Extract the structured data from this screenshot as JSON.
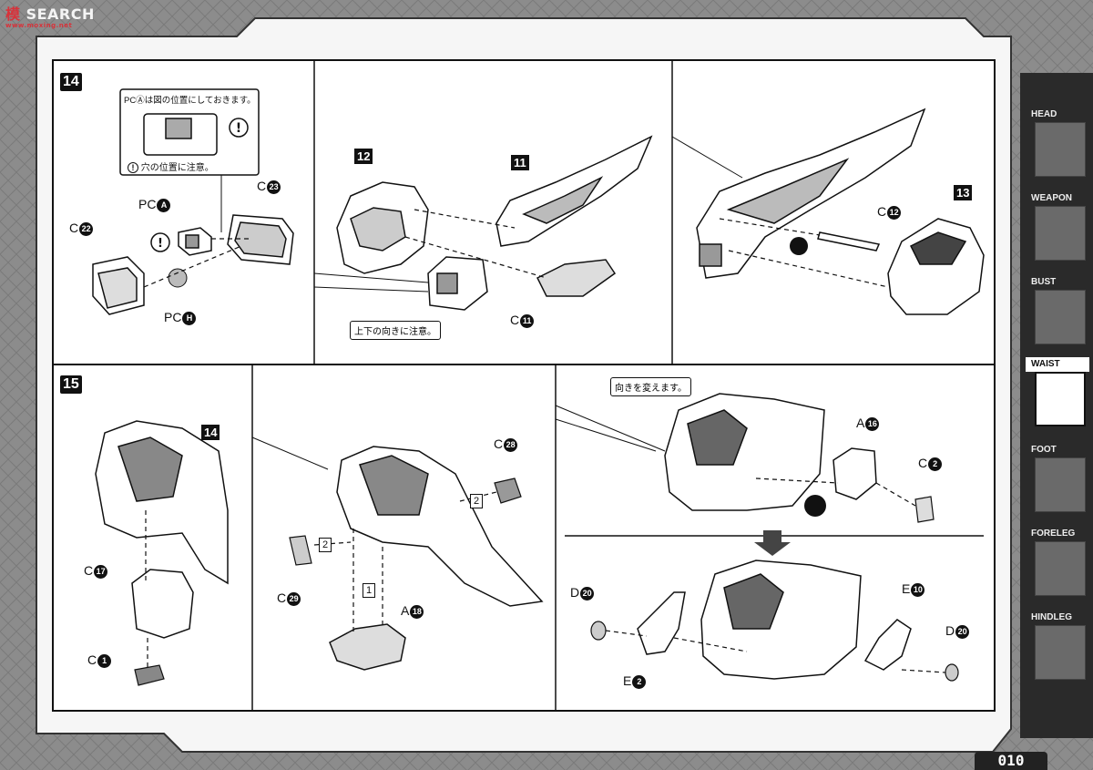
{
  "watermark": {
    "prefix": "模",
    "main": "SEARCH",
    "sub": "www.moxing.net"
  },
  "steps": {
    "s14": "14",
    "s15": "15"
  },
  "notes": {
    "pc_position": "PCⒶは図の位置にしておきます。",
    "hole_note": "穴の位置に注意。",
    "updown": "上下の向きに注意。",
    "turn": "向きを変えます。"
  },
  "parts": {
    "c22": "22",
    "pca": "A",
    "c23": "23",
    "pch": "H",
    "p12": "12",
    "p11": "11",
    "c11": "11",
    "c12": "12",
    "p13": "13",
    "p14": "14",
    "c17": "17",
    "c1": "1",
    "c28": "28",
    "c29": "29",
    "a18": "18",
    "a16": "16",
    "c2": "2",
    "d20a": "20",
    "e2": "2",
    "e10": "10",
    "d20b": "20"
  },
  "prefix": {
    "c": "C",
    "pc": "PC",
    "a": "A",
    "d": "D",
    "e": "E"
  },
  "seq": {
    "one": "1",
    "two": "2"
  },
  "nav": [
    {
      "label": "HEAD"
    },
    {
      "label": "WEAPON"
    },
    {
      "label": "BUST"
    },
    {
      "label": "WAIST",
      "active": true
    },
    {
      "label": "FOOT"
    },
    {
      "label": "FORELEG"
    },
    {
      "label": "HINDLEG"
    }
  ],
  "page_number": "010",
  "colors": {
    "ink": "#111111",
    "paper": "#ffffff",
    "frame": "#8a8a8a"
  }
}
